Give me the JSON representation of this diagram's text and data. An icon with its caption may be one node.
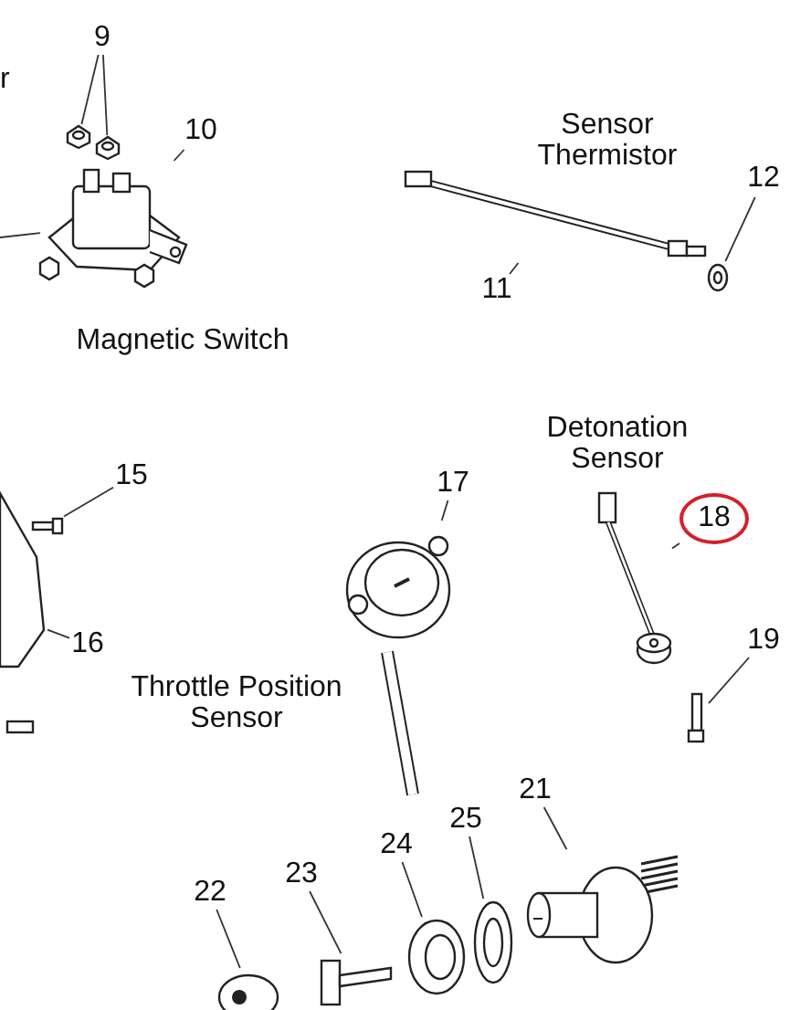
{
  "diagram": {
    "nodes": [
      {
        "text": [
          "9"
        ]
      },
      {
        "text": [],
        "shape": "picture"
      },
      {
        "text": [],
        "shape": "picture"
      },
      {
        "text": [
          "10"
        ]
      },
      {
        "text": [],
        "shape": "picture",
        "beside": [
          "Magnetic Switch"
        ]
      },
      {
        "text": [
          "11"
        ]
      },
      {
        "text": [],
        "shape": "picture",
        "beside": [
          "Sensor Thermistor"
        ]
      },
      {
        "text": [
          "12"
        ]
      },
      {
        "text": [],
        "shape": "picture"
      },
      {
        "text": [
          "15"
        ]
      },
      {
        "text": [],
        "shape": "picture"
      },
      {
        "text": [
          "16"
        ]
      },
      {
        "text": [],
        "shape": "picture"
      },
      {
        "text": [
          "17"
        ]
      },
      {
        "text": [],
        "shape": "picture",
        "beside": [
          "Throttle Position Sensor"
        ]
      },
      {
        "text": [
          "18"
        ]
      },
      {
        "text": [],
        "shape": "picture",
        "beside": [
          "Detonation Sensor"
        ]
      },
      {
        "text": [
          "19"
        ]
      },
      {
        "text": [],
        "shape": "picture"
      },
      {
        "text": [
          "21"
        ]
      },
      {
        "text": [],
        "shape": "picture"
      },
      {
        "text": [
          "22"
        ]
      },
      {
        "text": [],
        "shape": "picture"
      },
      {
        "text": [
          "23"
        ]
      },
      {
        "text": [],
        "shape": "picture"
      },
      {
        "text": [
          "24"
        ]
      },
      {
        "text": [],
        "shape": "picture"
      },
      {
        "text": [
          "25"
        ]
      },
      {
        "text": [],
        "shape": "picture"
      }
    ],
    "edges": [
      {
        "from": 0,
        "to": 1,
        "arrow": "none"
      },
      {
        "from": 0,
        "to": 2,
        "arrow": "none"
      },
      {
        "from": 3,
        "to": 4,
        "arrow": "none"
      },
      {
        "from": null,
        "to": 4,
        "arrow": "none"
      },
      {
        "from": 5,
        "to": 6,
        "arrow": "none"
      },
      {
        "from": 7,
        "to": 8,
        "arrow": "none"
      },
      {
        "from": 9,
        "to": 10,
        "arrow": "none"
      },
      {
        "from": 11,
        "to": 12,
        "arrow": "none"
      },
      {
        "from": 13,
        "to": 14,
        "arrow": "none"
      },
      {
        "from": 15,
        "to": 16,
        "arrow": "none"
      },
      {
        "from": 17,
        "to": 18,
        "arrow": "none"
      },
      {
        "from": 19,
        "to": 20,
        "arrow": "none"
      },
      {
        "from": 21,
        "to": 22,
        "arrow": "none"
      },
      {
        "from": 23,
        "to": 24,
        "arrow": "none"
      },
      {
        "from": 25,
        "to": 26,
        "arrow": "none"
      },
      {
        "from": 27,
        "to": 28,
        "arrow": "none"
      }
    ],
    "labels": [
      "r"
    ]
  }
}
